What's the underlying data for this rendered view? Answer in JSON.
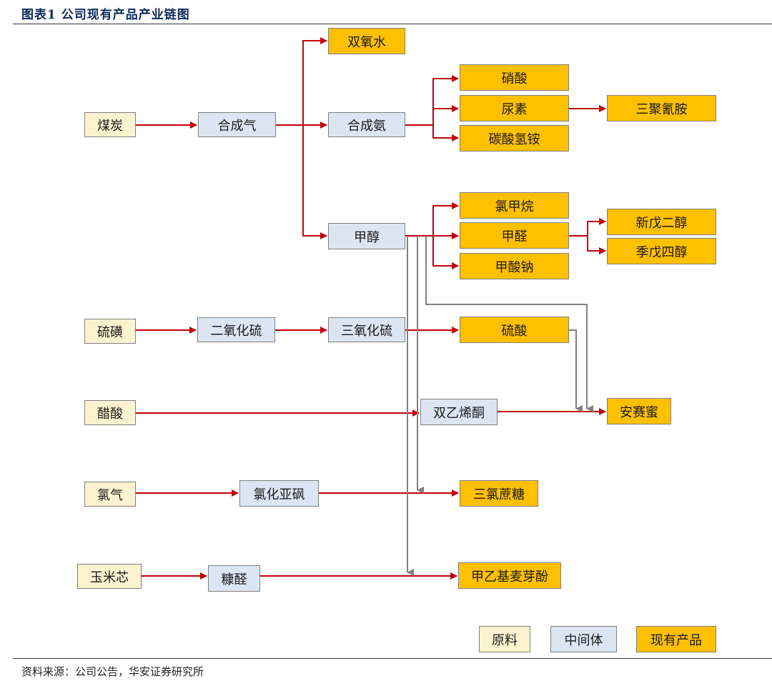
{
  "title": "图表1 公司现有产品产业链图",
  "source": "资料来源：公司公告，华安证券研究所",
  "colors": {
    "raw": "#fdf2d0",
    "intermediate": "#dce6f2",
    "product": "#ffc000",
    "main_arrow": "#c0000c",
    "secondary_arrow": "#808080"
  },
  "nodes": {
    "coal": "煤炭",
    "syngas": "合成气",
    "h2o2": "双氧水",
    "ammonia": "合成氨",
    "nitric": "硝酸",
    "urea": "尿素",
    "abc": "碳酸氢铵",
    "melamine": "三聚氰胺",
    "methanol": "甲醇",
    "chloromethane": "氯甲烷",
    "formaldehyde": "甲醛",
    "sodium_formate": "甲酸钠",
    "npg": "新戊二醇",
    "penta": "季戊四醇",
    "sulfur": "硫磺",
    "so2": "二氧化硫",
    "so3": "三氧化硫",
    "sulfuric": "硫酸",
    "acetic": "醋酸",
    "diketene": "双乙烯酮",
    "acesulfame": "安赛蜜",
    "chlorine": "氯气",
    "thionyl": "氯化亚砜",
    "sucralose": "三氯蔗糖",
    "corncob": "玉米芯",
    "furfural": "糠醛",
    "maltol": "甲乙基麦芽酚"
  },
  "legend": {
    "raw": "原料",
    "intermediate": "中间体",
    "product": "现有产品"
  }
}
